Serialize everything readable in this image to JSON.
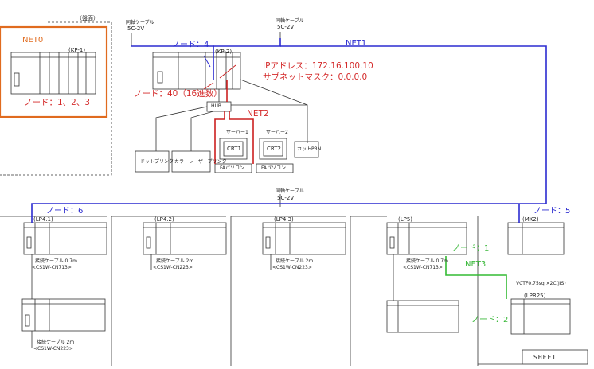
{
  "labels": {
    "bansho": "（盤面）",
    "cable_top1": "同軸ケーブル",
    "spec_top1": "5C-2V",
    "cable_top2": "同軸ケーブル",
    "spec_top2": "5C-2V",
    "cable_mid": "同軸ケーブル",
    "spec_mid": "5C-2V",
    "net0": "NET0",
    "net1": "NET1",
    "net2": "NET2",
    "net3": "NET3",
    "kp1": "(KP-1)",
    "kp2": "(KP-2)",
    "node_net0": "ノード：1、2、3",
    "node4": "ノード：4",
    "node40": "ノード：40（16進数）",
    "ip": "IPアドレス：172.16.100.10",
    "subnet": "サブネットマスク：0.0.0.0",
    "hub": "HUB",
    "server1": "サーバー1",
    "server2": "サーバー2",
    "crt1": "CRT1",
    "crt2": "CRT2",
    "pc1": "FAパソコン",
    "pc2": "FAパソコン",
    "printer1": "ドットプリンタ",
    "printer2": "カラーレーザープリンタ",
    "printer3": "カットPRN",
    "node6": "ノード：6",
    "node5": "ノード：5",
    "lp41": "(LP4.1)",
    "lp42": "(LP4.2)",
    "lp43": "(LP4.3)",
    "lp5": "(LP5)",
    "mk2": "(MK2)",
    "lpr25": "(LPR25)",
    "node1": "ノード：1",
    "node2": "ノード：2",
    "cable_lp41": "接続ケーブル 0.7m",
    "model_lp41": "<CS1W-CN713>",
    "cable_lp42": "接続ケーブル 2m",
    "model_lp42": "<CS1W-CN223>",
    "cable_lp43": "接続ケーブル 2m",
    "model_lp43": "<CS1W-CN223>",
    "cable_lp5": "接続ケーブル 0.7m",
    "model_lp5": "<CS1W-CN713>",
    "cable_bottom": "接続ケーブル 2m",
    "model_bottom": "<CS1W-CN223>",
    "vctf": "VCTF0.75sq ×2C(JIS)",
    "sheet": "SHEET"
  },
  "colors": {
    "net1_line": "#2b2bd0",
    "net2_line": "#cc2020",
    "net3_line": "#33bb33",
    "net0_box": "#e06b1f",
    "ink": "#333333"
  }
}
